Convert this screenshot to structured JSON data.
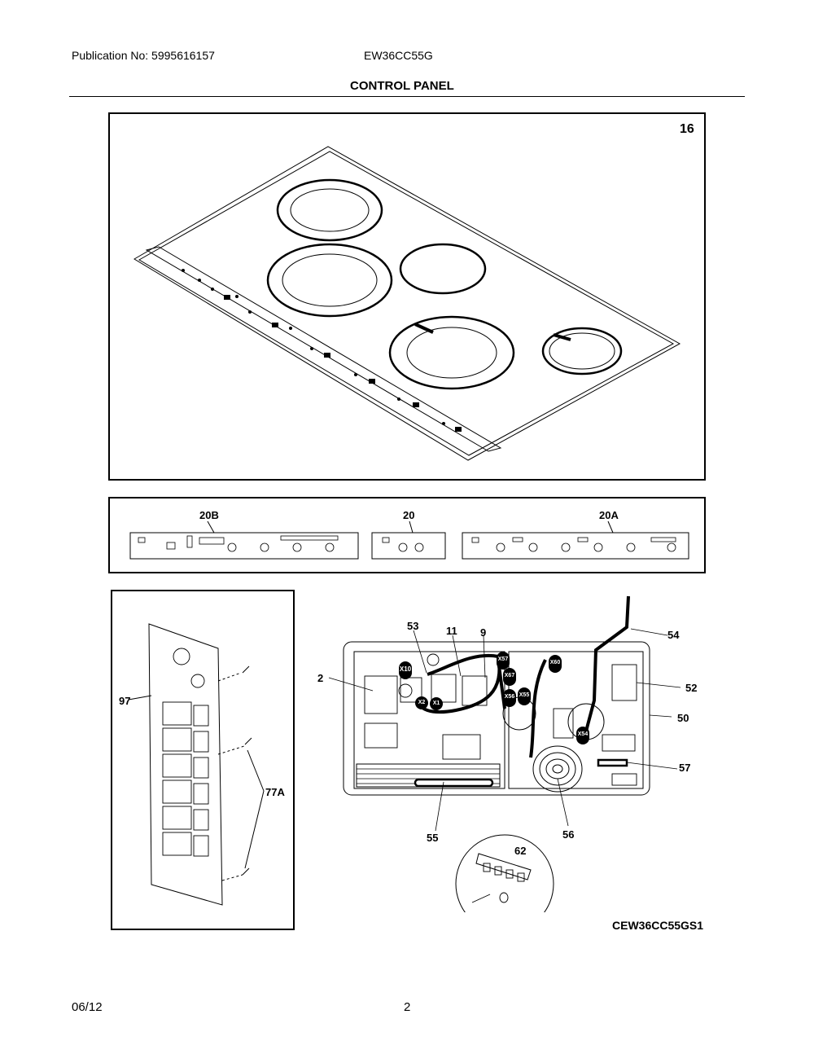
{
  "header": {
    "publication": "Publication No: 5995616157",
    "model": "EW36CC55G",
    "section_title": "CONTROL PANEL"
  },
  "panels": {
    "cooktop": {
      "label": "16"
    },
    "control_boards": {
      "labels": [
        "20B",
        "20",
        "20A"
      ]
    },
    "power_board": {
      "labels": [
        "97",
        "77A"
      ]
    },
    "main_assembly": {
      "labels": [
        "53",
        "11",
        "9",
        "54",
        "2",
        "52",
        "50",
        "57",
        "55",
        "56",
        "62"
      ],
      "connectors": [
        "X10",
        "X2",
        "X1",
        "X57",
        "X67",
        "X56",
        "X60",
        "X55",
        "X54"
      ]
    }
  },
  "figure_code": "CEW36CC55GS1",
  "footer": {
    "date": "06/12",
    "page": "2"
  }
}
